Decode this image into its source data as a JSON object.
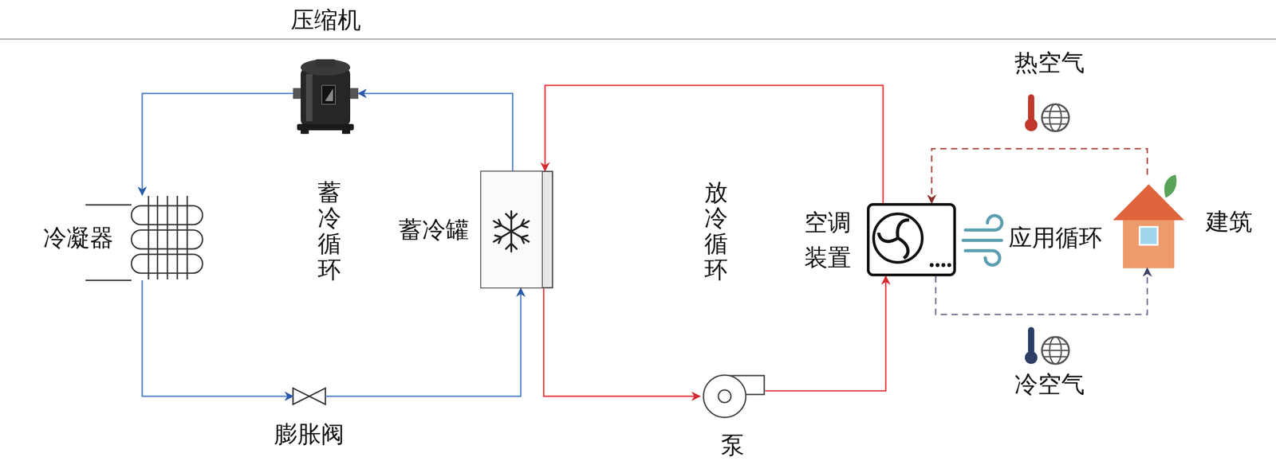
{
  "diagram": {
    "nodes": [
      {
        "text": [
          "压缩机"
        ]
      },
      {
        "text": [
          "冷凝器"
        ]
      },
      {
        "text": [
          "蓄冷罐"
        ]
      },
      {
        "text": [
          "空调装置"
        ]
      },
      {
        "text": [
          "建筑"
        ]
      },
      {
        "text": [
          "膨胀阀"
        ]
      },
      {
        "text": [
          "泵"
        ]
      }
    ],
    "edges": [
      {
        "from": 0,
        "to": 1,
        "arrow": "to"
      },
      {
        "from": 1,
        "to": 5,
        "arrow": "to"
      },
      {
        "from": 5,
        "to": 2,
        "arrow": "to"
      },
      {
        "from": 2,
        "to": 0,
        "arrow": "to"
      },
      {
        "from": 2,
        "to": 6,
        "arrow": "to"
      },
      {
        "from": 6,
        "to": 3,
        "arrow": "to"
      },
      {
        "from": 3,
        "to": 2,
        "arrow": "to"
      },
      {
        "from": 4,
        "to": 3,
        "arrow": "to"
      },
      {
        "from": 3,
        "to": 4,
        "arrow": "to"
      }
    ],
    "labels": [
      "热空气",
      "蓄冷循环",
      "放冷循环",
      "应用循环",
      "冷空气"
    ]
  }
}
